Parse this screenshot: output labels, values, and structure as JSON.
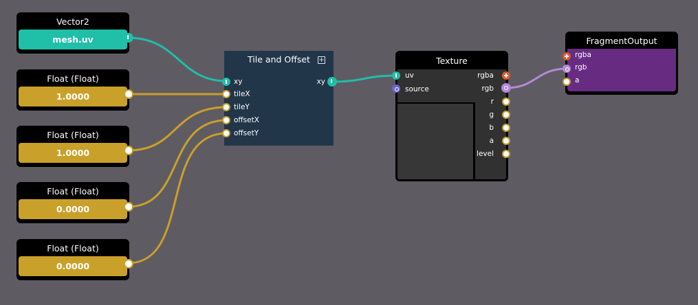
{
  "nodes": {
    "vector2": {
      "title": "Vector2",
      "value": "mesh.uv"
    },
    "float1": {
      "title": "Float (Float)",
      "value": "1.0000"
    },
    "float2": {
      "title": "Float (Float)",
      "value": "1.0000"
    },
    "float3": {
      "title": "Float (Float)",
      "value": "0.0000"
    },
    "float4": {
      "title": "Float (Float)",
      "value": "0.0000"
    },
    "tile_offset": {
      "title": "Tile and Offset",
      "inputs": [
        "xy",
        "tileX",
        "tileY",
        "offsetX",
        "offsetY"
      ],
      "output": "xy"
    },
    "texture": {
      "title": "Texture",
      "inputs": [
        "uv",
        "source"
      ],
      "outputs": [
        "rgba",
        "rgb",
        "r",
        "g",
        "b",
        "a",
        "level"
      ]
    },
    "fragment_output": {
      "title": "FragmentOutput",
      "inputs": [
        "rgba",
        "rgb",
        "a"
      ]
    }
  },
  "colors": {
    "background": "#5f5b63",
    "float": "#c9a02a",
    "vector": "#1fbfa8",
    "texture": "#6b63d6",
    "rgba": "#e05a2a",
    "rgb": "#b58ad6",
    "tile_node": "#213649",
    "fragment_node": "#672c82"
  }
}
